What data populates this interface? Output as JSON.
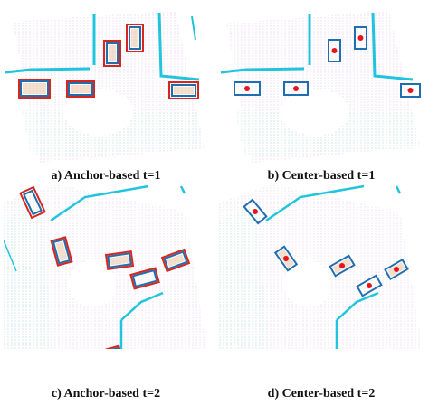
{
  "colors": {
    "anchor_box": "#d7261e",
    "center_box": "#1f6fb0",
    "center_dot": "#e8141c",
    "lidar_wall": "#20c4dc",
    "lidar_ground_near": "#d6a9df",
    "lidar_ground_far": "#9fe3c8"
  },
  "panels": [
    {
      "id": "a",
      "caption": "a) Anchor-based t=1",
      "method": "anchor"
    },
    {
      "id": "b",
      "caption": "b) Center-based t=1",
      "method": "center"
    },
    {
      "id": "c",
      "caption": "c) Anchor-based t=2",
      "method": "anchor"
    },
    {
      "id": "d",
      "caption": "d) Center-based t=2",
      "method": "center"
    }
  ]
}
